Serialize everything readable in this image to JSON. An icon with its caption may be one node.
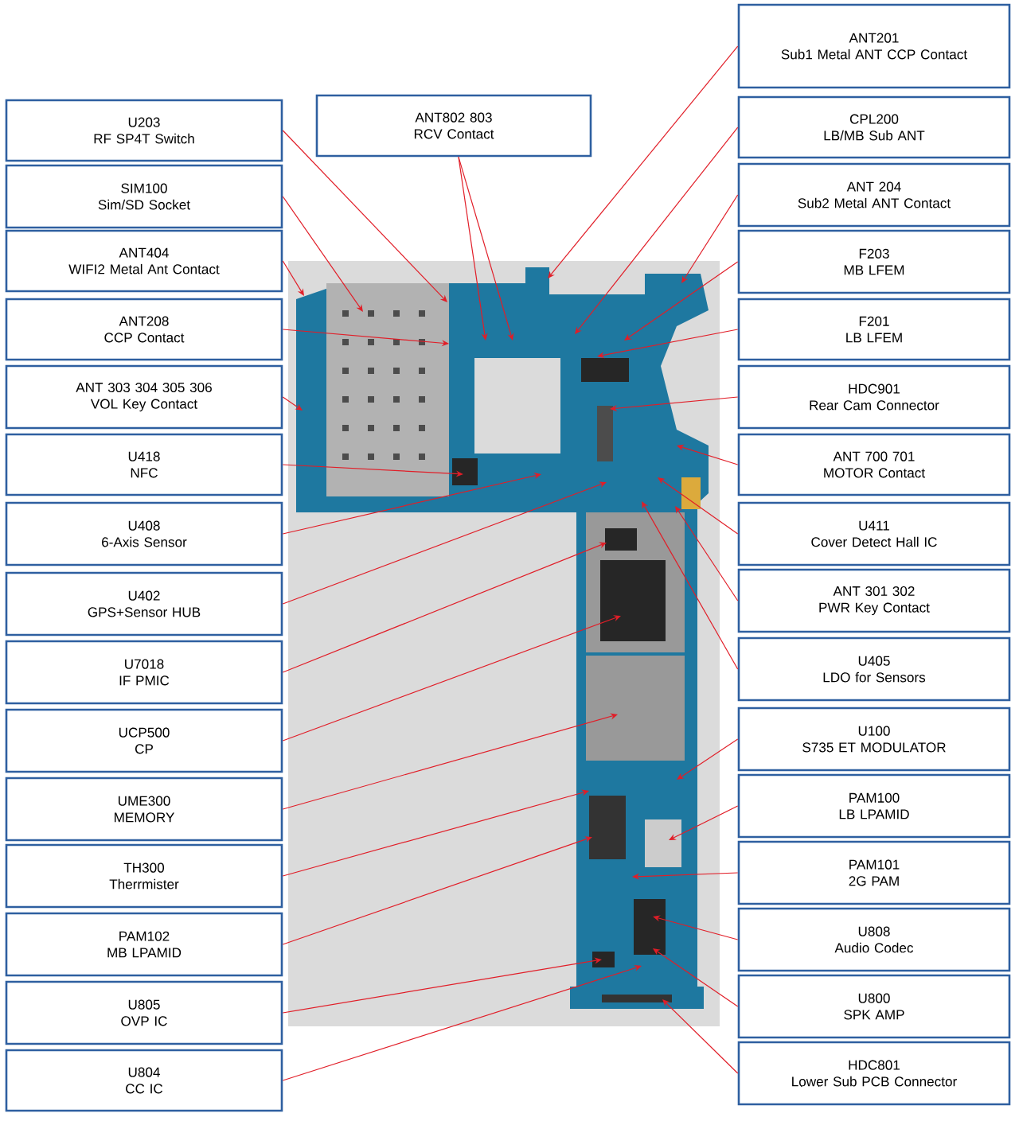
{
  "diagram": {
    "nodes": [
      {
        "text": [],
        "shape": "picture"
      },
      {
        "text": [
          "U203",
          "RF SP4T Switch"
        ]
      },
      {
        "text": [
          "SIM100",
          "Sim/SD Socket"
        ]
      },
      {
        "text": [
          "ANT404",
          "WIFI2 Metal Ant Contact"
        ]
      },
      {
        "text": [
          "ANT208",
          "CCP Contact"
        ]
      },
      {
        "text": [
          "ANT 303 304 305 306",
          "VOL Key Contact"
        ]
      },
      {
        "text": [
          "U418",
          "NFC"
        ]
      },
      {
        "text": [
          "U408",
          "6-Axis Sensor"
        ]
      },
      {
        "text": [
          "U402",
          "GPS+Sensor HUB"
        ]
      },
      {
        "text": [
          "U7018",
          "IF PMIC"
        ]
      },
      {
        "text": [
          "UCP500",
          "CP"
        ]
      },
      {
        "text": [
          "UME300",
          "MEMORY"
        ]
      },
      {
        "text": [
          "TH300",
          "Therrmister"
        ]
      },
      {
        "text": [
          "PAM102",
          "MB LPAMID"
        ]
      },
      {
        "text": [
          "U805",
          "OVP IC"
        ]
      },
      {
        "text": [
          "U804",
          "CC IC"
        ]
      },
      {
        "text": [
          "ANT802 803",
          "RCV Contact"
        ]
      },
      {
        "text": [
          "ANT201",
          "Sub1 Metal ANT CCP Contact"
        ]
      },
      {
        "text": [
          "CPL200",
          "LB/MB Sub ANT"
        ]
      },
      {
        "text": [
          "ANT 204",
          "Sub2 Metal ANT Contact"
        ]
      },
      {
        "text": [
          "F203",
          "MB LFEM"
        ]
      },
      {
        "text": [
          "F201",
          "LB LFEM"
        ]
      },
      {
        "text": [
          "HDC901",
          "Rear Cam Connector"
        ]
      },
      {
        "text": [
          "ANT 700 701",
          "MOTOR Contact"
        ]
      },
      {
        "text": [
          "U411",
          "Cover Detect Hall IC"
        ]
      },
      {
        "text": [
          "ANT 301 302",
          "PWR Key Contact"
        ]
      },
      {
        "text": [
          "U405",
          "LDO for Sensors"
        ]
      },
      {
        "text": [
          "U100",
          "S735 ET MODULATOR"
        ]
      },
      {
        "text": [
          "PAM100",
          "LB LPAMID"
        ]
      },
      {
        "text": [
          "PAM101",
          "2G PAM"
        ]
      },
      {
        "text": [
          "U808",
          "Audio Codec"
        ]
      },
      {
        "text": [
          "U800",
          "SPK AMP"
        ]
      },
      {
        "text": [
          "HDC801",
          "Lower Sub PCB Connector"
        ]
      }
    ],
    "edges": [
      {
        "from": 1,
        "to": 0,
        "arrow": "to"
      },
      {
        "from": 2,
        "to": 0,
        "arrow": "to"
      },
      {
        "from": 3,
        "to": 0,
        "arrow": "to"
      },
      {
        "from": 4,
        "to": 0,
        "arrow": "to"
      },
      {
        "from": 5,
        "to": 0,
        "arrow": "to"
      },
      {
        "from": 6,
        "to": 0,
        "arrow": "to"
      },
      {
        "from": 7,
        "to": 0,
        "arrow": "to"
      },
      {
        "from": 8,
        "to": 0,
        "arrow": "to"
      },
      {
        "from": 9,
        "to": 0,
        "arrow": "to"
      },
      {
        "from": 10,
        "to": 0,
        "arrow": "to"
      },
      {
        "from": 11,
        "to": 0,
        "arrow": "to"
      },
      {
        "from": 12,
        "to": 0,
        "arrow": "to"
      },
      {
        "from": 13,
        "to": 0,
        "arrow": "to"
      },
      {
        "from": 14,
        "to": 0,
        "arrow": "to"
      },
      {
        "from": 15,
        "to": 0,
        "arrow": "to"
      },
      {
        "from": 16,
        "to": 0,
        "arrow": "to"
      },
      {
        "from": 16,
        "to": 0,
        "arrow": "to"
      },
      {
        "from": 17,
        "to": 0,
        "arrow": "to"
      },
      {
        "from": 18,
        "to": 0,
        "arrow": "to"
      },
      {
        "from": 19,
        "to": 0,
        "arrow": "to"
      },
      {
        "from": 20,
        "to": 0,
        "arrow": "to"
      },
      {
        "from": 21,
        "to": 0,
        "arrow": "to"
      },
      {
        "from": 22,
        "to": 0,
        "arrow": "to"
      },
      {
        "from": 23,
        "to": 0,
        "arrow": "to"
      },
      {
        "from": 24,
        "to": 0,
        "arrow": "to"
      },
      {
        "from": 25,
        "to": 0,
        "arrow": "to"
      },
      {
        "from": 26,
        "to": 0,
        "arrow": "to"
      },
      {
        "from": 27,
        "to": 0,
        "arrow": "to"
      },
      {
        "from": 28,
        "to": 0,
        "arrow": "to"
      },
      {
        "from": 29,
        "to": 0,
        "arrow": "to"
      },
      {
        "from": 30,
        "to": 0,
        "arrow": "to"
      },
      {
        "from": 31,
        "to": 0,
        "arrow": "to"
      },
      {
        "from": 32,
        "to": 0,
        "arrow": "to"
      }
    ]
  }
}
